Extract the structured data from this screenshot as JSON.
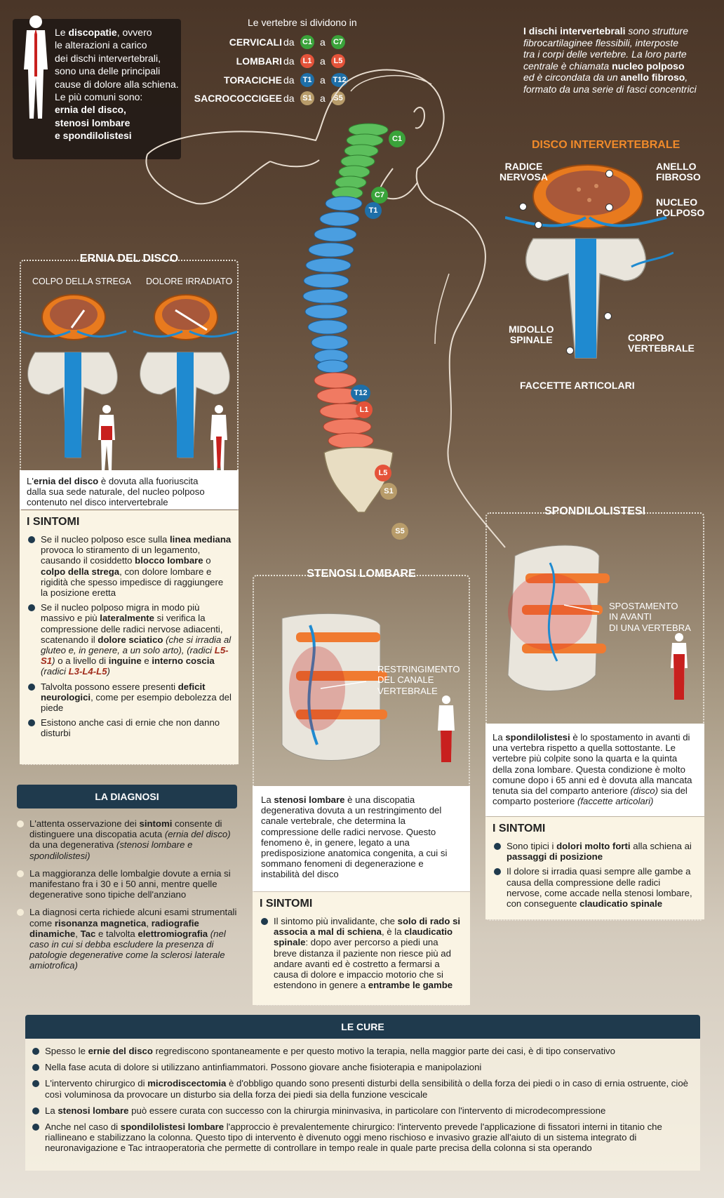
{
  "intro": {
    "l1a": "Le ",
    "l1b": "discopatie",
    ", ovvero": "",
    "line1_rest": ", ovvero",
    "line2": "le alterazioni a carico",
    "line3": "dei dischi intervertebrali,",
    "line4": "sono una delle principali",
    "line5": "cause di dolore alla schiena.",
    "line6": "Le più comuni sono:",
    "line7": "ernia del disco,",
    "line8": "stenosi lombare",
    "line9": "e spondilolistesi"
  },
  "vertebrae": {
    "header": "Le vertebre si dividono in",
    "da": "da",
    "a": "a",
    "rows": [
      {
        "name": "CERVICALI",
        "from": "C1",
        "to": "C7",
        "color": "#3aa33a"
      },
      {
        "name": "LOMBARI",
        "from": "L1",
        "to": "L5",
        "color": "#e5533a"
      },
      {
        "name": "TORACICHE",
        "from": "T1",
        "to": "T12",
        "color": "#1e6fa8"
      },
      {
        "name": "SACROCOCCIGEE",
        "from": "S1",
        "to": "S5",
        "color": "#b89c6a"
      }
    ]
  },
  "spine_labels": {
    "c1": "C1",
    "c7": "C7",
    "t1": "T1",
    "t12": "T12",
    "l1": "L1",
    "l5": "L5",
    "s1": "S1",
    "s5": "S5"
  },
  "disc_desc": {
    "l1a": "I dischi intervertebrali",
    "l1b": " sono strutture",
    "l2": "fibrocartilaginee flessibili, interposte",
    "l3": "tra i corpi delle vertebre. La loro parte",
    "l4a": "centrale è chiamata ",
    "l4b": "nucleo polposo",
    "l5a": "ed è circondata da un ",
    "l5b": "anello fibroso",
    ",": ",",
    "l6": "formato da una serie di fasci concentrici"
  },
  "disco": {
    "title": "DISCO INTERVERTEBRALE",
    "radice": "RADICE\nNERVOSA",
    "anello": "ANELLO\nFIBROSO",
    "nucleo": "NUCLEO\nPOLPOSO",
    "midollo": "MIDOLLO\nSPINALE",
    "corpo": "CORPO\nVERTEBRALE",
    "faccette": "FACCETTE ARTICOLARI"
  },
  "ernia": {
    "title": "ERNIA DEL DISCO",
    "fig1": "COLPO DELLA STREGA",
    "fig2": "DOLORE IRRADIATO",
    "desc_a": "L'",
    "desc_b": "ernia del disco",
    "desc_c": " è  dovuta alla fuoriuscita",
    "desc_l2": "dalla sua sede naturale, del nucleo polposo",
    "desc_l3": "contenuto nel disco intervertebrale",
    "sintomi": "I SINTOMI"
  },
  "diagnosi": {
    "title": "LA DIAGNOSI"
  },
  "stenosi": {
    "title": "STENOSI LOMBARE",
    "label": "RESTRINGIMENTO\nDEL CANALE\nVERTEBRALE",
    "sintomi": "I SINTOMI"
  },
  "spondilo": {
    "title": "SPONDILOLISTESI",
    "label": "SPOSTAMENTO\nIN AVANTI\nDI UNA VERTEBRA",
    "sintomi": "I SINTOMI"
  },
  "cure": {
    "title": "LE CURE"
  },
  "colors": {
    "navy": "#1f3a4d",
    "cream": "#faf4e4",
    "disc": "#e87a1e",
    "nerve": "#1f8ad0",
    "red": "#c8201e"
  }
}
